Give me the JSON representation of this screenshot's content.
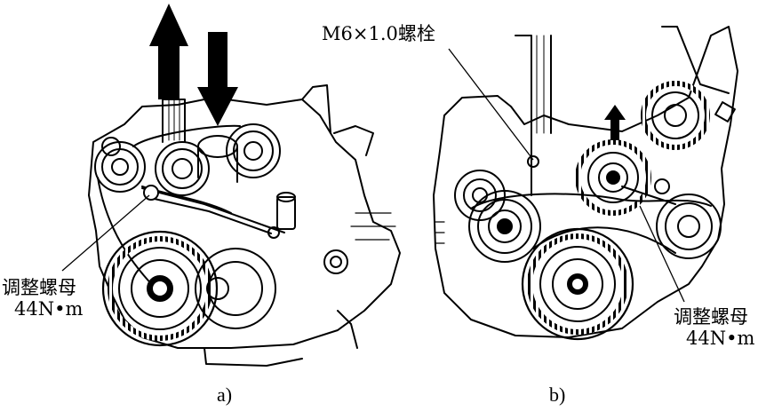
{
  "panel_a": {
    "caption": "a)",
    "nut_label_line1": "调整螺母",
    "nut_label_line2": "44N•m"
  },
  "panel_b": {
    "caption": "b)",
    "bolt_label": "M6×1.0螺栓",
    "nut_label_line1": "调整螺母",
    "nut_label_line2": "44N•m"
  }
}
